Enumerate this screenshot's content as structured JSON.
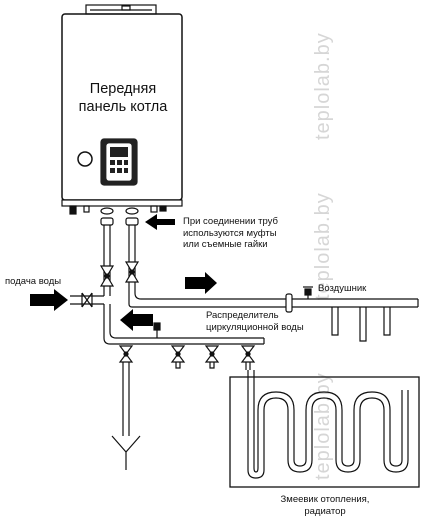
{
  "boiler": {
    "title_line1": "Передняя",
    "title_line2": "панель котла"
  },
  "labels": {
    "couplings_line1": "При соединении труб",
    "couplings_line2": "используются муфты",
    "couplings_line3": "или съемные гайки",
    "water_supply": "подача воды",
    "air_vent": "Воздушник",
    "manifold_line1": "Распределитель",
    "manifold_line2": "циркуляционной воды",
    "coil_line1": "Змеевик отопления,",
    "coil_line2": "радиатор"
  },
  "watermark": {
    "text": "teplolab.by",
    "color": "#d6d6d6"
  },
  "colors": {
    "line": "#111111",
    "arrow": "#000000",
    "background": "#ffffff"
  }
}
